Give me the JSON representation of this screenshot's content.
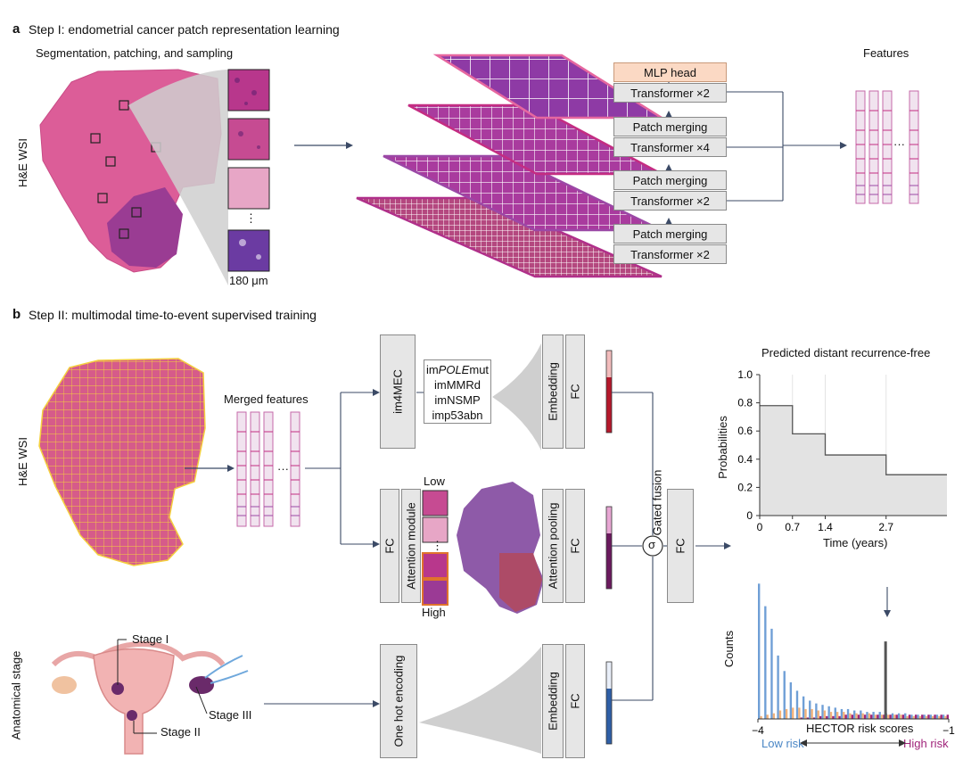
{
  "panel_a": {
    "letter": "a",
    "title": "Step I: endometrial cancer patch representation learning",
    "seg_title": "Segmentation, patching, and sampling",
    "side_label": "H&E WSI",
    "scale_label": "180 μm",
    "ellipsis": "⋮",
    "stack_labels": {
      "mlp_head": "MLP head",
      "t_x2_top": "Transformer ×2",
      "patch_merging_1": "Patch merging",
      "t_x4": "Transformer ×4",
      "patch_merging_2": "Patch merging",
      "t_x2_mid": "Transformer ×2",
      "patch_merging_3": "Patch merging",
      "t_x2_bottom": "Transformer ×2"
    },
    "features_title": "Features",
    "dots": "···"
  },
  "panel_b": {
    "letter": "b",
    "title": "Step II: multimodal time-to-event supervised training",
    "side_label": "H&E WSI",
    "merged_title": "Merged features",
    "dots": "···",
    "im4mec": "im4MEC",
    "classes": {
      "c1_prefix": "im",
      "c1_italic": "POLE",
      "c1_suffix": "mut",
      "c2": "imMMRd",
      "c3": "imNSMP",
      "c4": "imp53abn"
    },
    "embedding": "Embedding",
    "fc": "FC",
    "attention_module": "Attention module",
    "low": "Low",
    "high": "High",
    "ellipsis": "⋮",
    "attention_pooling": "Attention pooling",
    "gated_fusion": "Gated fusion",
    "sigma": "σ",
    "anatomical_stage": "Anatomical stage",
    "stage_i": "Stage I",
    "stage_ii": "Stage II",
    "stage_iii": "Stage III",
    "one_hot": "One hot encoding",
    "low_risk": "Low risk",
    "high_risk": "High risk",
    "colors": {
      "low": "#4a86c5",
      "high": "#a0247a",
      "pink": "#d6337f",
      "red": "#b5182b"
    }
  },
  "chart_data": [
    {
      "type": "line",
      "title": "Predicted distant recurrence-free",
      "xlabel": "Time (years)",
      "ylabel": "Probabilities",
      "xticks": [
        "0",
        "0.7",
        "1.4",
        "2.7"
      ],
      "yticks": [
        "0",
        "0.2",
        "0.4",
        "0.6",
        "0.8",
        "1.0"
      ],
      "xlim": [
        0,
        4
      ],
      "ylim": [
        0,
        1.0
      ],
      "step": true,
      "x": [
        0,
        0.7,
        1.4,
        2.7,
        4.0
      ],
      "y": [
        0.78,
        0.58,
        0.43,
        0.29,
        0.29
      ],
      "grid": true
    },
    {
      "type": "bar",
      "title": "",
      "xlabel": "HECTOR risk scores",
      "ylabel": "Counts",
      "xticks": [
        "−4",
        "−1"
      ],
      "xlim": [
        -4,
        -1
      ],
      "series": [
        {
          "color": "#6f9fd6",
          "values": [
            96,
            80,
            64,
            45,
            34,
            26,
            20,
            16,
            13,
            11,
            10,
            9,
            8,
            7,
            7,
            6,
            6,
            5,
            5,
            5,
            4,
            4,
            4,
            4,
            3,
            3,
            3,
            3,
            3,
            3
          ]
        },
        {
          "color": "#f2b27a",
          "values": [
            2,
            3,
            4,
            6,
            7,
            8,
            8,
            7,
            7,
            6,
            6,
            5,
            5,
            5,
            4,
            4,
            4,
            4,
            3,
            3,
            3,
            3,
            3,
            2,
            2,
            2,
            2,
            2,
            2,
            2
          ]
        },
        {
          "color": "#a0247a",
          "values": [
            0,
            0,
            0,
            0,
            0,
            0,
            1,
            1,
            1,
            2,
            2,
            2,
            2,
            3,
            3,
            3,
            3,
            3,
            3,
            3,
            3,
            3,
            3,
            3,
            3,
            3,
            3,
            3,
            3,
            3
          ]
        }
      ],
      "marker_x": -2.0,
      "marker_value": 55
    }
  ]
}
